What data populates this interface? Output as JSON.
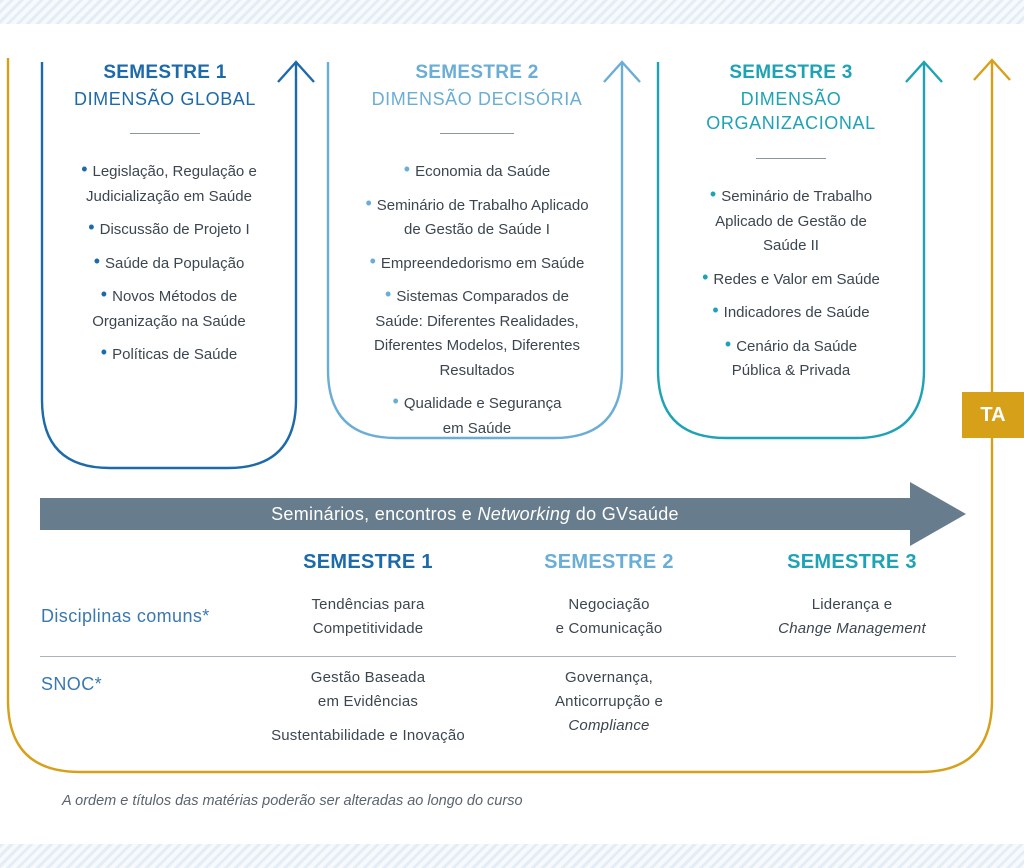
{
  "colors": {
    "sem1": "#1d6aaa",
    "sem2": "#6aaed6",
    "sem3": "#1ea3b5",
    "gold": "#d7a019",
    "band": "#677c8c",
    "row_label": "#3a78b0"
  },
  "semesters": [
    {
      "title": "SEMESTRE 1",
      "subtitle": [
        "DIMENSÃO GLOBAL"
      ],
      "items": [
        [
          "Legislação, Regulação e",
          "Judicialização em Saúde"
        ],
        [
          "Discussão de Projeto I"
        ],
        [
          "Saúde da População"
        ],
        [
          "Novos Métodos de",
          "Organização na Saúde"
        ],
        [
          "Políticas de Saúde"
        ]
      ]
    },
    {
      "title": "SEMESTRE 2",
      "subtitle": [
        "DIMENSÃO DECISÓRIA"
      ],
      "items": [
        [
          "Economia da Saúde"
        ],
        [
          "Seminário de Trabalho Aplicado",
          "de Gestão de Saúde I"
        ],
        [
          "Empreendedorismo em Saúde"
        ],
        [
          "Sistemas Comparados de",
          "Saúde: Diferentes Realidades,",
          "Diferentes Modelos, Diferentes",
          "Resultados"
        ],
        [
          "Qualidade e Segurança",
          "em Saúde"
        ]
      ]
    },
    {
      "title": "SEMESTRE 3",
      "subtitle": [
        "DIMENSÃO",
        "ORGANIZACIONAL"
      ],
      "items": [
        [
          "Seminário de Trabalho",
          "Aplicado de Gestão de",
          "Saúde II"
        ],
        [
          "Redes e Valor em Saúde"
        ],
        [
          "Indicadores de Saúde"
        ],
        [
          "Cenário da Saúde",
          "Pública & Privada"
        ]
      ]
    }
  ],
  "band": {
    "before": "Seminários, encontros e ",
    "italic": "Networking",
    "after": " do GVsaúde"
  },
  "ta_label": "TA",
  "bottom_table": {
    "headers": [
      "SEMESTRE 1",
      "SEMESTRE 2",
      "SEMESTRE 3"
    ],
    "rows": [
      {
        "label": "Disciplinas comuns*",
        "cells": [
          [
            {
              "t": "Tendências para"
            },
            {
              "t": "Competitividade"
            }
          ],
          [
            {
              "t": "Negociação"
            },
            {
              "t": "e Comunicação"
            }
          ],
          [
            {
              "t": "Liderança e"
            },
            {
              "t": "Change Management",
              "i": true
            }
          ]
        ]
      },
      {
        "label": "SNOC*",
        "cells": [
          [
            {
              "t": "Gestão Baseada"
            },
            {
              "t": "em Evidências"
            },
            {
              "t": "Sustentabilidade e Inovação",
              "gap": true
            }
          ],
          [
            {
              "t": "Governança,"
            },
            {
              "t": "Anticorrupção e"
            },
            {
              "t": "Compliance",
              "i": true
            }
          ],
          []
        ]
      }
    ]
  },
  "footnote": "A ordem e títulos das matérias poderão ser alteradas ao longo do curso"
}
